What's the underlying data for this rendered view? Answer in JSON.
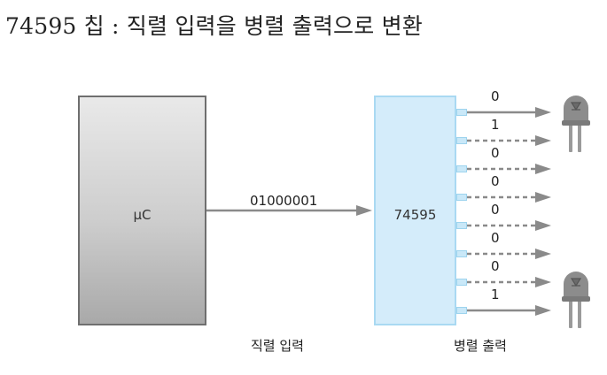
{
  "title": "74595 칩 : 직렬 입력을 병렬 출력으로 변환",
  "mcu_label": "μC",
  "chip_label": "74595",
  "serial_data": "01000001",
  "serial_input_caption": "직렬 입력",
  "parallel_output_caption": "병렬 출력",
  "outputs": [
    {
      "bit": "0",
      "active": true
    },
    {
      "bit": "1",
      "active": false
    },
    {
      "bit": "0",
      "active": false
    },
    {
      "bit": "0",
      "active": false
    },
    {
      "bit": "0",
      "active": false
    },
    {
      "bit": "0",
      "active": false
    },
    {
      "bit": "0",
      "active": false
    },
    {
      "bit": "1",
      "active": true
    }
  ],
  "leds": [
    "led-output-0",
    "led-output-7"
  ]
}
